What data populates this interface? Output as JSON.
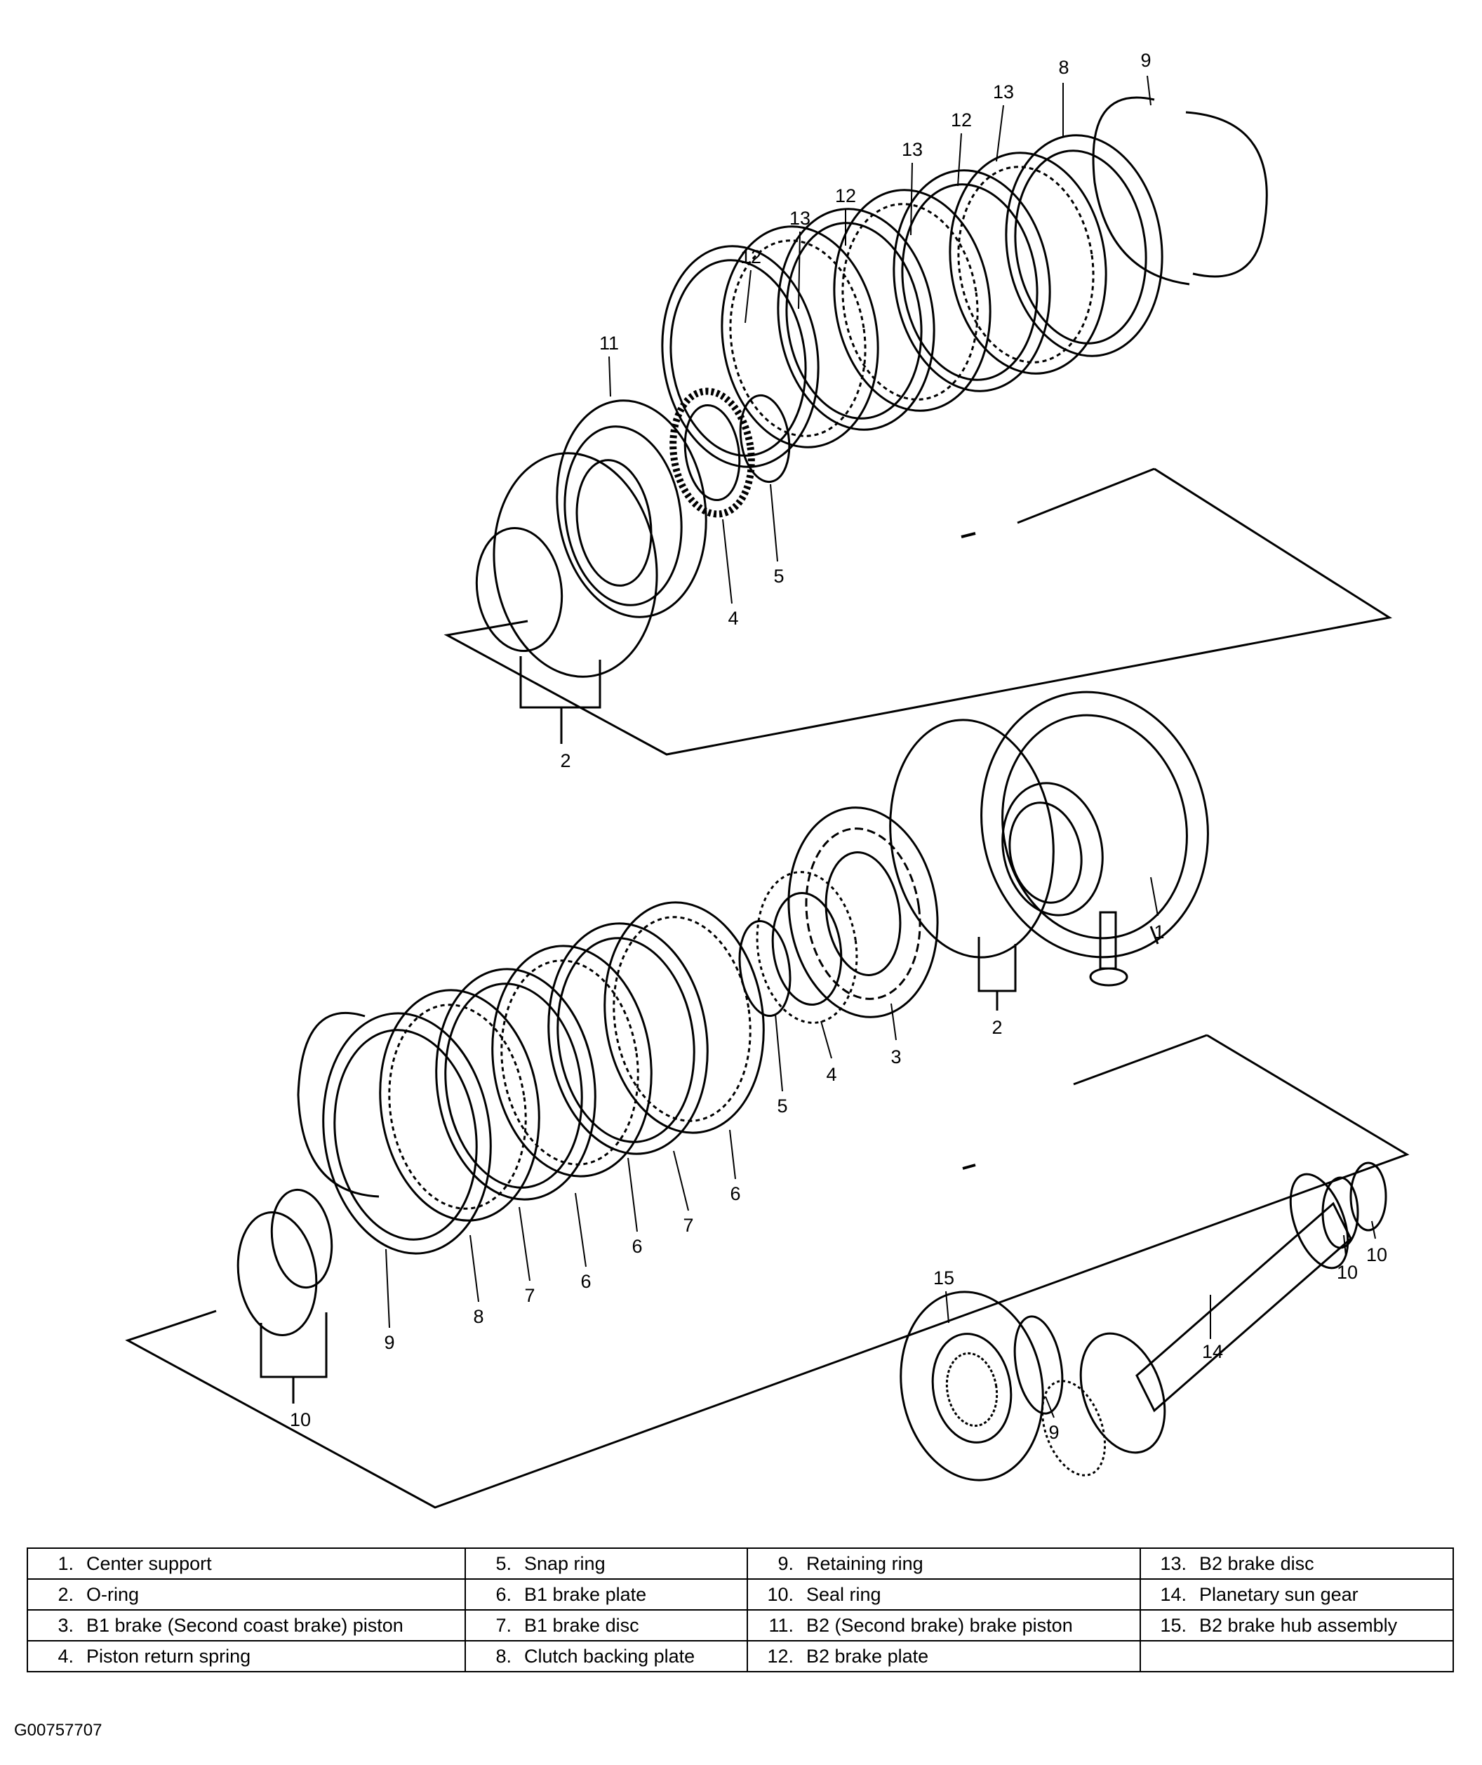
{
  "callouts": {
    "upper_8": "8",
    "upper_9": "9",
    "upper_13a": "13",
    "upper_13b": "13",
    "upper_13c": "13",
    "upper_12a": "12",
    "upper_12b": "12",
    "upper_12c": "12",
    "upper_11": "11",
    "upper_5": "5",
    "upper_4": "4",
    "upper_2": "2",
    "mid_1": "1",
    "mid_2": "2",
    "mid_3": "3",
    "mid_4": "4",
    "mid_5": "5",
    "mid_6a": "6",
    "mid_6b": "6",
    "mid_6c": "6",
    "mid_7a": "7",
    "mid_7b": "7",
    "mid_8": "8",
    "mid_9": "9",
    "mid_10": "10",
    "shaft_15": "15",
    "shaft_14": "14",
    "shaft_9": "9",
    "shaft_10a": "10",
    "shaft_10b": "10"
  },
  "legend": [
    [
      {
        "num": "1.",
        "text": "Center support"
      },
      {
        "num": "5.",
        "text": "Snap ring"
      },
      {
        "num": "9.",
        "text": "Retaining ring"
      },
      {
        "num": "13.",
        "text": "B2 brake disc"
      }
    ],
    [
      {
        "num": "2.",
        "text": "O-ring"
      },
      {
        "num": "6.",
        "text": "B1 brake plate"
      },
      {
        "num": "10.",
        "text": "Seal ring"
      },
      {
        "num": "14.",
        "text": "Planetary sun gear"
      }
    ],
    [
      {
        "num": "3.",
        "text": "B1 brake (Second coast brake) piston"
      },
      {
        "num": "7.",
        "text": "B1 brake disc"
      },
      {
        "num": "11.",
        "text": "B2 (Second brake) brake piston"
      },
      {
        "num": "15.",
        "text": "B2 brake hub assembly"
      }
    ],
    [
      {
        "num": "4.",
        "text": "Piston return spring"
      },
      {
        "num": "8.",
        "text": "Clutch backing plate"
      },
      {
        "num": "12.",
        "text": "B2 brake plate"
      },
      {
        "num": "",
        "text": ""
      }
    ]
  ],
  "figure_id": "G00757707"
}
